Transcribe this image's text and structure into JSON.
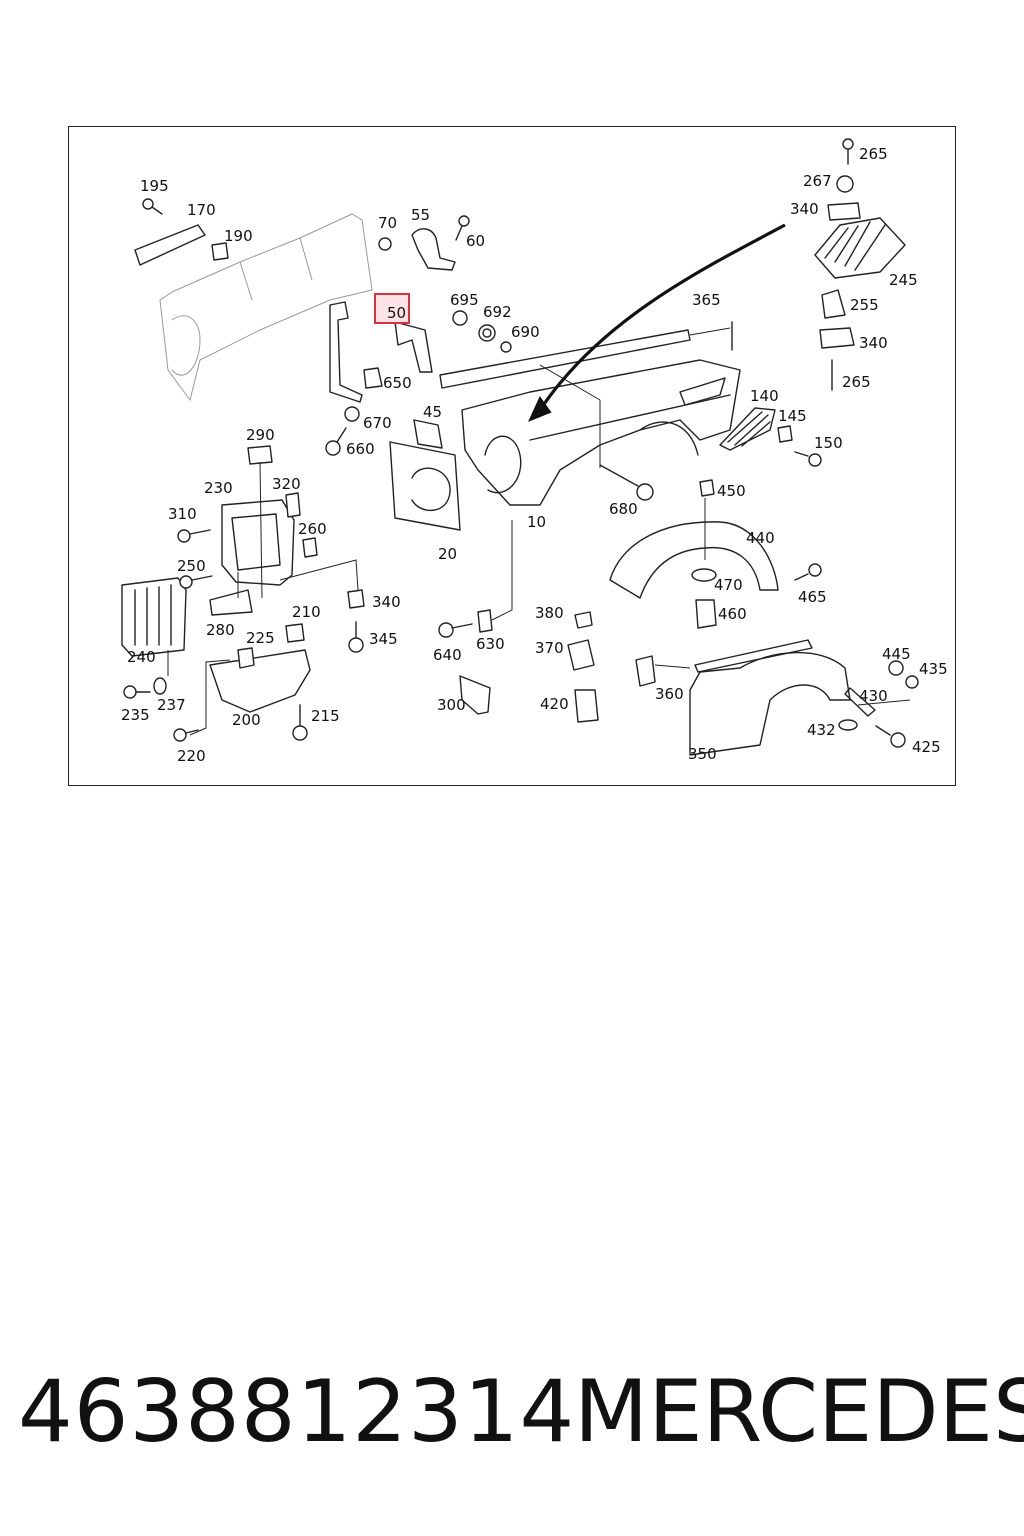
{
  "footer": {
    "part_number": "4638812314",
    "brand": "MERCEDES"
  },
  "colors": {
    "highlight_fill": "#fbe3e6",
    "highlight_border": "#d9323e",
    "line": "#222222"
  },
  "callouts": {
    "c10": "10",
    "c20": "20",
    "c45": "45",
    "c50": "50",
    "c55": "55",
    "c60": "60",
    "c70": "70",
    "c140": "140",
    "c145": "145",
    "c150": "150",
    "c170": "170",
    "c190": "190",
    "c195": "195",
    "c200": "200",
    "c210": "210",
    "c215": "215",
    "c220": "220",
    "c225": "225",
    "c230": "230",
    "c235": "235",
    "c237": "237",
    "c240": "240",
    "c245": "245",
    "c250": "250",
    "c255": "255",
    "c260": "260",
    "c265a": "265",
    "c265b": "265",
    "c267": "267",
    "c280": "280",
    "c290": "290",
    "c300": "300",
    "c310": "310",
    "c320": "320",
    "c340a": "340",
    "c340b": "340",
    "c340c": "340",
    "c345": "345",
    "c350": "350",
    "c360": "360",
    "c365": "365",
    "c370": "370",
    "c380": "380",
    "c420": "420",
    "c425": "425",
    "c430": "430",
    "c432": "432",
    "c435": "435",
    "c440": "440",
    "c445": "445",
    "c450": "450",
    "c460": "460",
    "c465": "465",
    "c470": "470",
    "c630": "630",
    "c640": "640",
    "c650": "650",
    "c660": "660",
    "c670": "670",
    "c680": "680",
    "c690": "690",
    "c692": "692",
    "c695": "695"
  }
}
